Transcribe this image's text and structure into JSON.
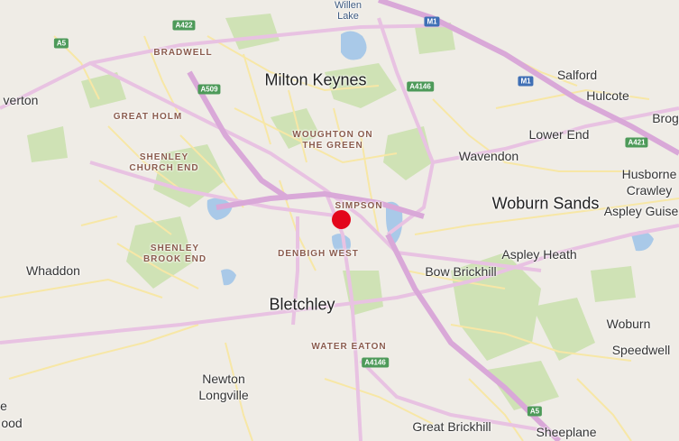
{
  "map": {
    "colors": {
      "background": "#efece6",
      "green": "#cfe2b5",
      "water": "#a9c9e8",
      "motorway": "#d9a8d8",
      "major_road": "#e8c2e2",
      "minor_road": "#f7e7a6",
      "marker": "#e3061b"
    },
    "labels": {
      "milton_keynes": "Milton Keynes",
      "bletchley": "Bletchley",
      "woburn_sands": "Woburn Sands",
      "salford": "Salford",
      "hulcote": "Hulcote",
      "lower_end": "Lower End",
      "wavendon": "Wavendon",
      "husborne_crawley_1": "Husborne",
      "husborne_crawley_2": "Crawley",
      "aspley_guise": "Aspley Guise",
      "aspley_heath": "Aspley Heath",
      "bow_brickhill": "Bow Brickhill",
      "woburn": "Woburn",
      "speedwell": "Speedwell",
      "sheeplane": "Sheeplane",
      "great_brickhill": "Great Brickhill",
      "newton_longville_1": "Newton",
      "newton_longville_2": "Longville",
      "whaddon": "Whaddon",
      "verton": "verton",
      "ood": "ood",
      "e_left": "e",
      "brog": "Brog",
      "willen_lake_1": "Willen",
      "willen_lake_2": "Lake",
      "bradwell": "BRADWELL",
      "great_holm": "GREAT HOLM",
      "shenley_church_end_1": "SHENLEY",
      "shenley_church_end_2": "CHURCH END",
      "shenley_brook_end_1": "SHENLEY",
      "shenley_brook_end_2": "BROOK END",
      "woughton_1": "WOUGHTON ON",
      "woughton_2": "THE GREEN",
      "simpson": "SIMPSON",
      "denbigh_west": "DENBIGH WEST",
      "water_eaton": "WATER EATON"
    },
    "roads": {
      "a5_west": "A5",
      "a422": "A422",
      "a509": "A509",
      "a4146_north": "A4146",
      "m1_north": "M1",
      "m1_east": "M1",
      "a421": "A421",
      "a4146_south": "A4146",
      "a5_south": "A5"
    },
    "marker": {
      "name": "location-marker"
    }
  }
}
